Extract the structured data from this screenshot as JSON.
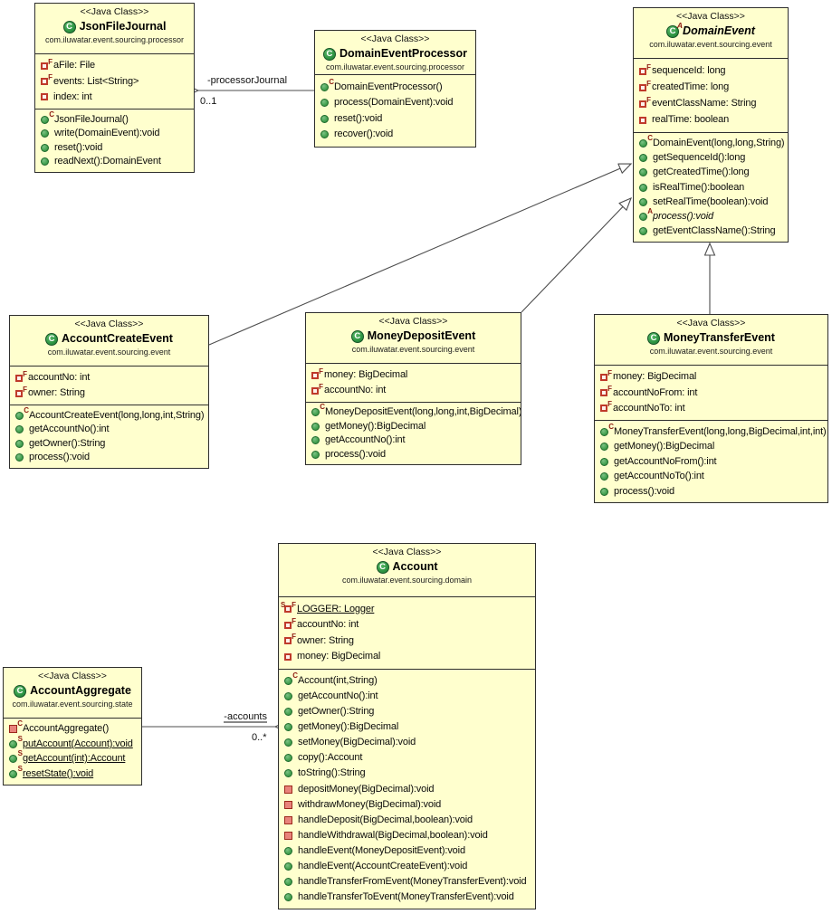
{
  "diagram": {
    "stereotype": "<<Java Class>>",
    "box_fill": "#FFFFCE",
    "box_border": "#2e2e2e",
    "line_color": "#4d4d4d",
    "public_icon_color": "#44a150",
    "private_icon_color": "#e8837b",
    "field_icon_color": "#bf3a2b"
  },
  "connections": {
    "processor_journal": {
      "label": "-processorJournal",
      "multiplicity": "0..1"
    },
    "accounts": {
      "label": "-accounts",
      "multiplicity": "0..*"
    }
  },
  "classes": [
    {
      "stereotype": "<<Java Class>>",
      "name": "JsonFileJournal",
      "icon_sup": "",
      "package": "com.iluwatar.event.sourcing.processor",
      "fields": [
        {
          "label": "aFile: File",
          "type": "field",
          "sup": "F"
        },
        {
          "label": "events: List<String>",
          "type": "field",
          "sup": "F"
        },
        {
          "label": "index: int",
          "type": "field",
          "sup": ""
        }
      ],
      "methods": [
        {
          "label": "JsonFileJournal()",
          "type": "method",
          "vis": "public",
          "sup": "C"
        },
        {
          "label": "write(DomainEvent):void",
          "type": "method",
          "vis": "public"
        },
        {
          "label": "reset():void",
          "type": "method",
          "vis": "public"
        },
        {
          "label": "readNext():DomainEvent",
          "type": "method",
          "vis": "public"
        }
      ]
    },
    {
      "stereotype": "<<Java Class>>",
      "name": "DomainEventProcessor",
      "icon_sup": "",
      "package": "com.iluwatar.event.sourcing.processor",
      "fields": null,
      "methods": [
        {
          "label": "DomainEventProcessor()",
          "type": "method",
          "vis": "public",
          "sup": "C"
        },
        {
          "label": "process(DomainEvent):void",
          "type": "method",
          "vis": "public"
        },
        {
          "label": "reset():void",
          "type": "method",
          "vis": "public"
        },
        {
          "label": "recover():void",
          "type": "method",
          "vis": "public"
        }
      ]
    },
    {
      "stereotype": "<<Java Class>>",
      "name": "DomainEvent",
      "icon_sup": "A",
      "package": "com.iluwatar.event.sourcing.event",
      "fields": [
        {
          "label": "sequenceId: long",
          "type": "field",
          "sup": "F"
        },
        {
          "label": "createdTime: long",
          "type": "field",
          "sup": "F"
        },
        {
          "label": "eventClassName: String",
          "type": "field",
          "sup": "F"
        },
        {
          "label": "realTime: boolean",
          "type": "field",
          "sup": ""
        }
      ],
      "methods": [
        {
          "label": "DomainEvent(long,long,String)",
          "type": "method",
          "vis": "public",
          "sup": "C"
        },
        {
          "label": "getSequenceId():long",
          "type": "method",
          "vis": "public"
        },
        {
          "label": "getCreatedTime():long",
          "type": "method",
          "vis": "public"
        },
        {
          "label": "isRealTime():boolean",
          "type": "method",
          "vis": "public"
        },
        {
          "label": "setRealTime(boolean):void",
          "type": "method",
          "vis": "public"
        },
        {
          "label": "process():void",
          "type": "method",
          "vis": "public",
          "sup": "A",
          "italic": true
        },
        {
          "label": "getEventClassName():String",
          "type": "method",
          "vis": "public"
        }
      ]
    },
    {
      "stereotype": "<<Java Class>>",
      "name": "AccountCreateEvent",
      "icon_sup": "",
      "package": "com.iluwatar.event.sourcing.event",
      "fields": [
        {
          "label": "accountNo: int",
          "type": "field",
          "sup": "F"
        },
        {
          "label": "owner: String",
          "type": "field",
          "sup": "F"
        }
      ],
      "methods": [
        {
          "label": "AccountCreateEvent(long,long,int,String)",
          "type": "method",
          "vis": "public",
          "sup": "C"
        },
        {
          "label": "getAccountNo():int",
          "type": "method",
          "vis": "public"
        },
        {
          "label": "getOwner():String",
          "type": "method",
          "vis": "public"
        },
        {
          "label": "process():void",
          "type": "method",
          "vis": "public"
        }
      ]
    },
    {
      "stereotype": "<<Java Class>>",
      "name": "MoneyDepositEvent",
      "icon_sup": "",
      "package": "com.iluwatar.event.sourcing.event",
      "fields": [
        {
          "label": "money: BigDecimal",
          "type": "field",
          "sup": "F"
        },
        {
          "label": "accountNo: int",
          "type": "field",
          "sup": "F"
        }
      ],
      "methods": [
        {
          "label": "MoneyDepositEvent(long,long,int,BigDecimal)",
          "type": "method",
          "vis": "public",
          "sup": "C"
        },
        {
          "label": "getMoney():BigDecimal",
          "type": "method",
          "vis": "public"
        },
        {
          "label": "getAccountNo():int",
          "type": "method",
          "vis": "public"
        },
        {
          "label": "process():void",
          "type": "method",
          "vis": "public"
        }
      ]
    },
    {
      "stereotype": "<<Java Class>>",
      "name": "MoneyTransferEvent",
      "icon_sup": "",
      "package": "com.iluwatar.event.sourcing.event",
      "fields": [
        {
          "label": "money: BigDecimal",
          "type": "field",
          "sup": "F"
        },
        {
          "label": "accountNoFrom: int",
          "type": "field",
          "sup": "F"
        },
        {
          "label": "accountNoTo: int",
          "type": "field",
          "sup": "F"
        }
      ],
      "methods": [
        {
          "label": "MoneyTransferEvent(long,long,BigDecimal,int,int)",
          "type": "method",
          "vis": "public",
          "sup": "C"
        },
        {
          "label": "getMoney():BigDecimal",
          "type": "method",
          "vis": "public"
        },
        {
          "label": "getAccountNoFrom():int",
          "type": "method",
          "vis": "public"
        },
        {
          "label": "getAccountNoTo():int",
          "type": "method",
          "vis": "public"
        },
        {
          "label": "process():void",
          "type": "method",
          "vis": "public"
        }
      ]
    },
    {
      "stereotype": "<<Java Class>>",
      "name": "Account",
      "icon_sup": "",
      "package": "com.iluwatar.event.sourcing.domain",
      "fields": [
        {
          "label": "LOGGER: Logger",
          "type": "field",
          "sup": "F",
          "sup_left": "S",
          "underline": true
        },
        {
          "label": "accountNo: int",
          "type": "field",
          "sup": "F"
        },
        {
          "label": "owner: String",
          "type": "field",
          "sup": "F"
        },
        {
          "label": "money: BigDecimal",
          "type": "field",
          "sup": ""
        }
      ],
      "methods": [
        {
          "label": "Account(int,String)",
          "type": "method",
          "vis": "public",
          "sup": "C"
        },
        {
          "label": "getAccountNo():int",
          "type": "method",
          "vis": "public"
        },
        {
          "label": "getOwner():String",
          "type": "method",
          "vis": "public"
        },
        {
          "label": "getMoney():BigDecimal",
          "type": "method",
          "vis": "public"
        },
        {
          "label": "setMoney(BigDecimal):void",
          "type": "method",
          "vis": "public"
        },
        {
          "label": "copy():Account",
          "type": "method",
          "vis": "public"
        },
        {
          "label": "toString():String",
          "type": "method",
          "vis": "public"
        },
        {
          "label": "depositMoney(BigDecimal):void",
          "type": "method",
          "vis": "private"
        },
        {
          "label": "withdrawMoney(BigDecimal):void",
          "type": "method",
          "vis": "private"
        },
        {
          "label": "handleDeposit(BigDecimal,boolean):void",
          "type": "method",
          "vis": "private"
        },
        {
          "label": "handleWithdrawal(BigDecimal,boolean):void",
          "type": "method",
          "vis": "private"
        },
        {
          "label": "handleEvent(MoneyDepositEvent):void",
          "type": "method",
          "vis": "public"
        },
        {
          "label": "handleEvent(AccountCreateEvent):void",
          "type": "method",
          "vis": "public"
        },
        {
          "label": "handleTransferFromEvent(MoneyTransferEvent):void",
          "type": "method",
          "vis": "public"
        },
        {
          "label": "handleTransferToEvent(MoneyTransferEvent):void",
          "type": "method",
          "vis": "public"
        }
      ]
    },
    {
      "stereotype": "<<Java Class>>",
      "name": "AccountAggregate",
      "icon_sup": "",
      "package": "com.iluwatar.event.sourcing.state",
      "fields": null,
      "methods": [
        {
          "label": "AccountAggregate()",
          "type": "method",
          "vis": "private",
          "sup": "C"
        },
        {
          "label": "putAccount(Account):void",
          "type": "method",
          "vis": "public",
          "sup": "S",
          "underline": true
        },
        {
          "label": "getAccount(int):Account",
          "type": "method",
          "vis": "public",
          "sup": "S",
          "underline": true
        },
        {
          "label": "resetState():void",
          "type": "method",
          "vis": "public",
          "sup": "S",
          "underline": true
        }
      ]
    }
  ]
}
